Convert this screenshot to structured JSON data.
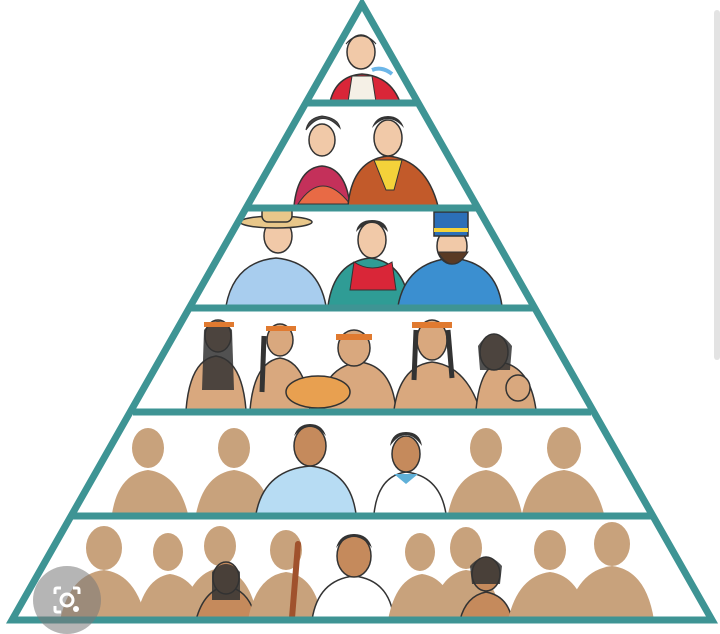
{
  "diagram": {
    "type": "social-hierarchy-pyramid",
    "tiers": [
      {
        "rank": 1,
        "figures": [
          "clergyman-in-red-robe"
        ]
      },
      {
        "rank": 2,
        "figures": [
          "woman-with-fan",
          "man-with-yellow-scarf"
        ]
      },
      {
        "rank": 3,
        "figures": [
          "man-in-straw-hat",
          "man-with-red-scarf",
          "bearded-man-in-blue-hat"
        ]
      },
      {
        "rank": 4,
        "figures": [
          "native-woman",
          "native-woman-with-headband",
          "native-elder-with-bowl",
          "native-man-arms-crossed",
          "native-mother-with-child"
        ]
      },
      {
        "rank": 5,
        "figures": [
          "silhouette",
          "silhouette",
          "man-in-light-blue-shirt",
          "woman-in-white-shirt",
          "silhouette",
          "silhouette"
        ]
      },
      {
        "rank": 6,
        "figures": [
          "silhouette",
          "silhouette",
          "seated-man",
          "man-with-staff",
          "silhouette",
          "kneeling-woman",
          "silhouette"
        ]
      }
    ]
  },
  "colors": {
    "pyramid_outline": "#3e9494",
    "silhouette": "#c8a27c",
    "skin": "#d9a87e",
    "lens_overlay": "#777777"
  },
  "icons": {
    "lens": "camera-search-icon"
  }
}
